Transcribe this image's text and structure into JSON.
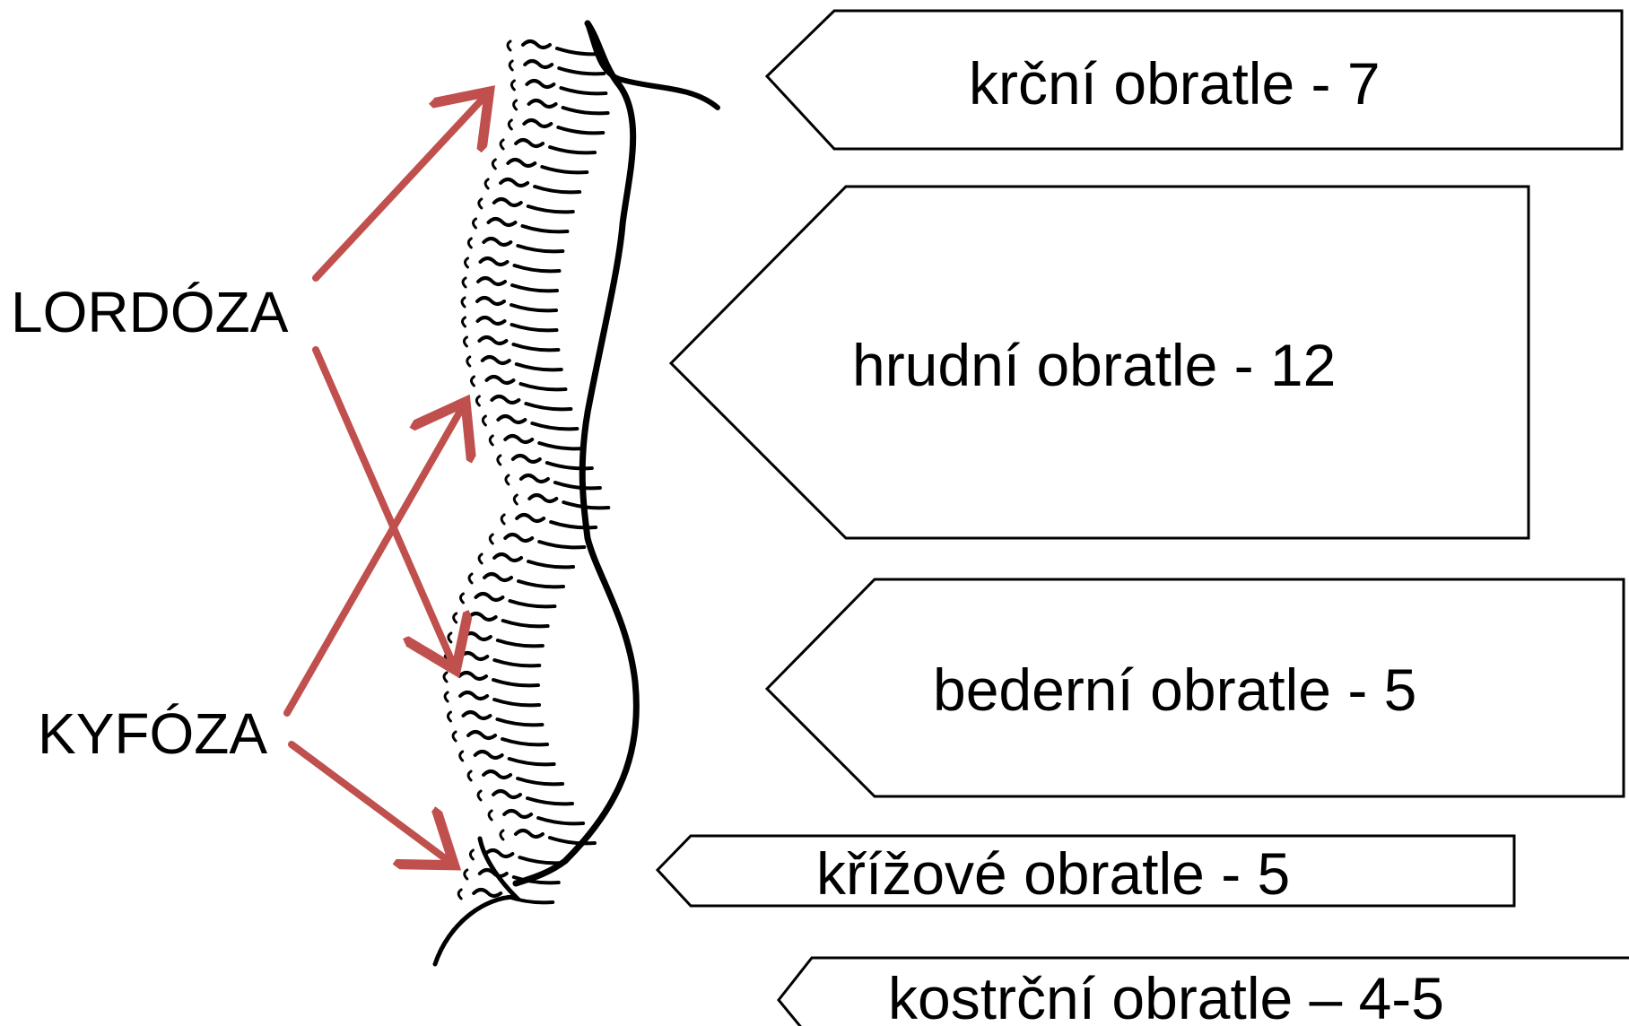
{
  "labels": {
    "lordosis": "LORDÓZA",
    "kyphosis": "KYFÓZA"
  },
  "regions": [
    {
      "id": "cervical",
      "label": "krční obratle - 7"
    },
    {
      "id": "thoracic",
      "label": "hrudní obratle - 12"
    },
    {
      "id": "lumbar",
      "label": "bederní obratle - 5"
    },
    {
      "id": "sacral",
      "label": "křížové obratle - 5"
    },
    {
      "id": "coccygeal",
      "label": "kostrční obratle – 4-5"
    }
  ],
  "colors": {
    "arrow": "#c0504d",
    "outline": "#000000",
    "background": "#ffffff"
  }
}
